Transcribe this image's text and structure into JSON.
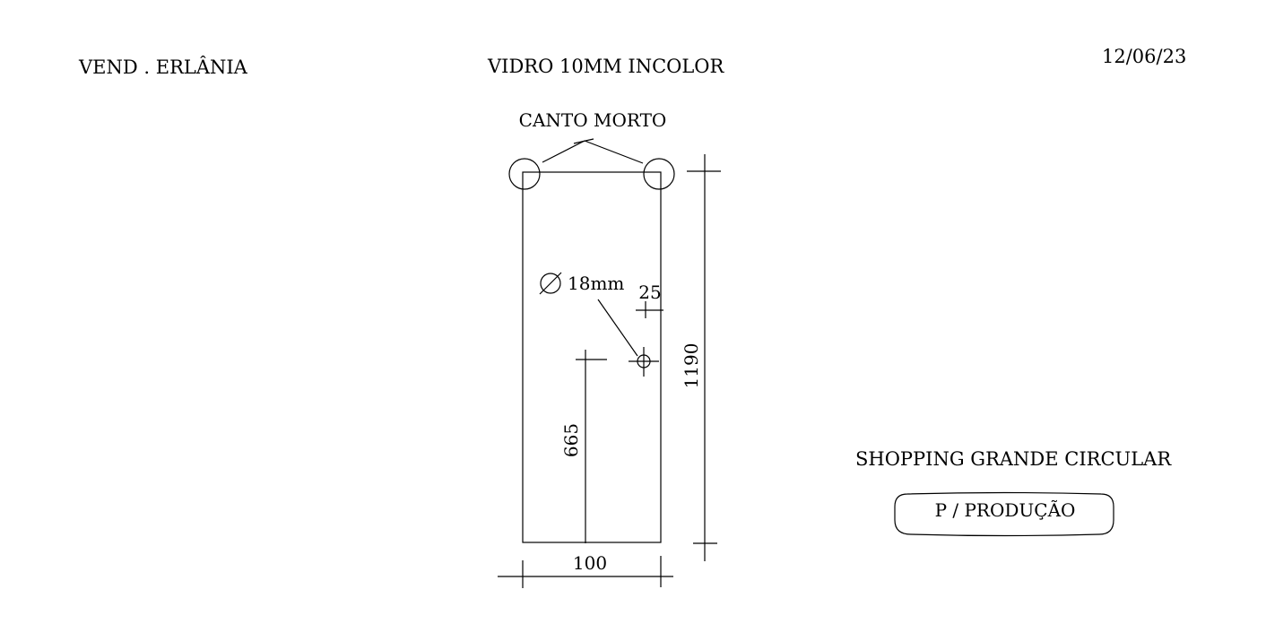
{
  "header": {
    "vendor": "VEND . ERLÂNIA",
    "material": "VIDRO 10MM INCOLOR",
    "date": "12/06/23"
  },
  "drawing": {
    "corner_note": "CANTO MORTO",
    "hole_diameter": "18mm",
    "hole_offset_top": "25",
    "hole_height_from_bottom": "665",
    "total_height": "1190",
    "width": "100"
  },
  "footer": {
    "client": "SHOPPING GRANDE CIRCULAR",
    "stamp": "P / PRODUÇÃO"
  }
}
